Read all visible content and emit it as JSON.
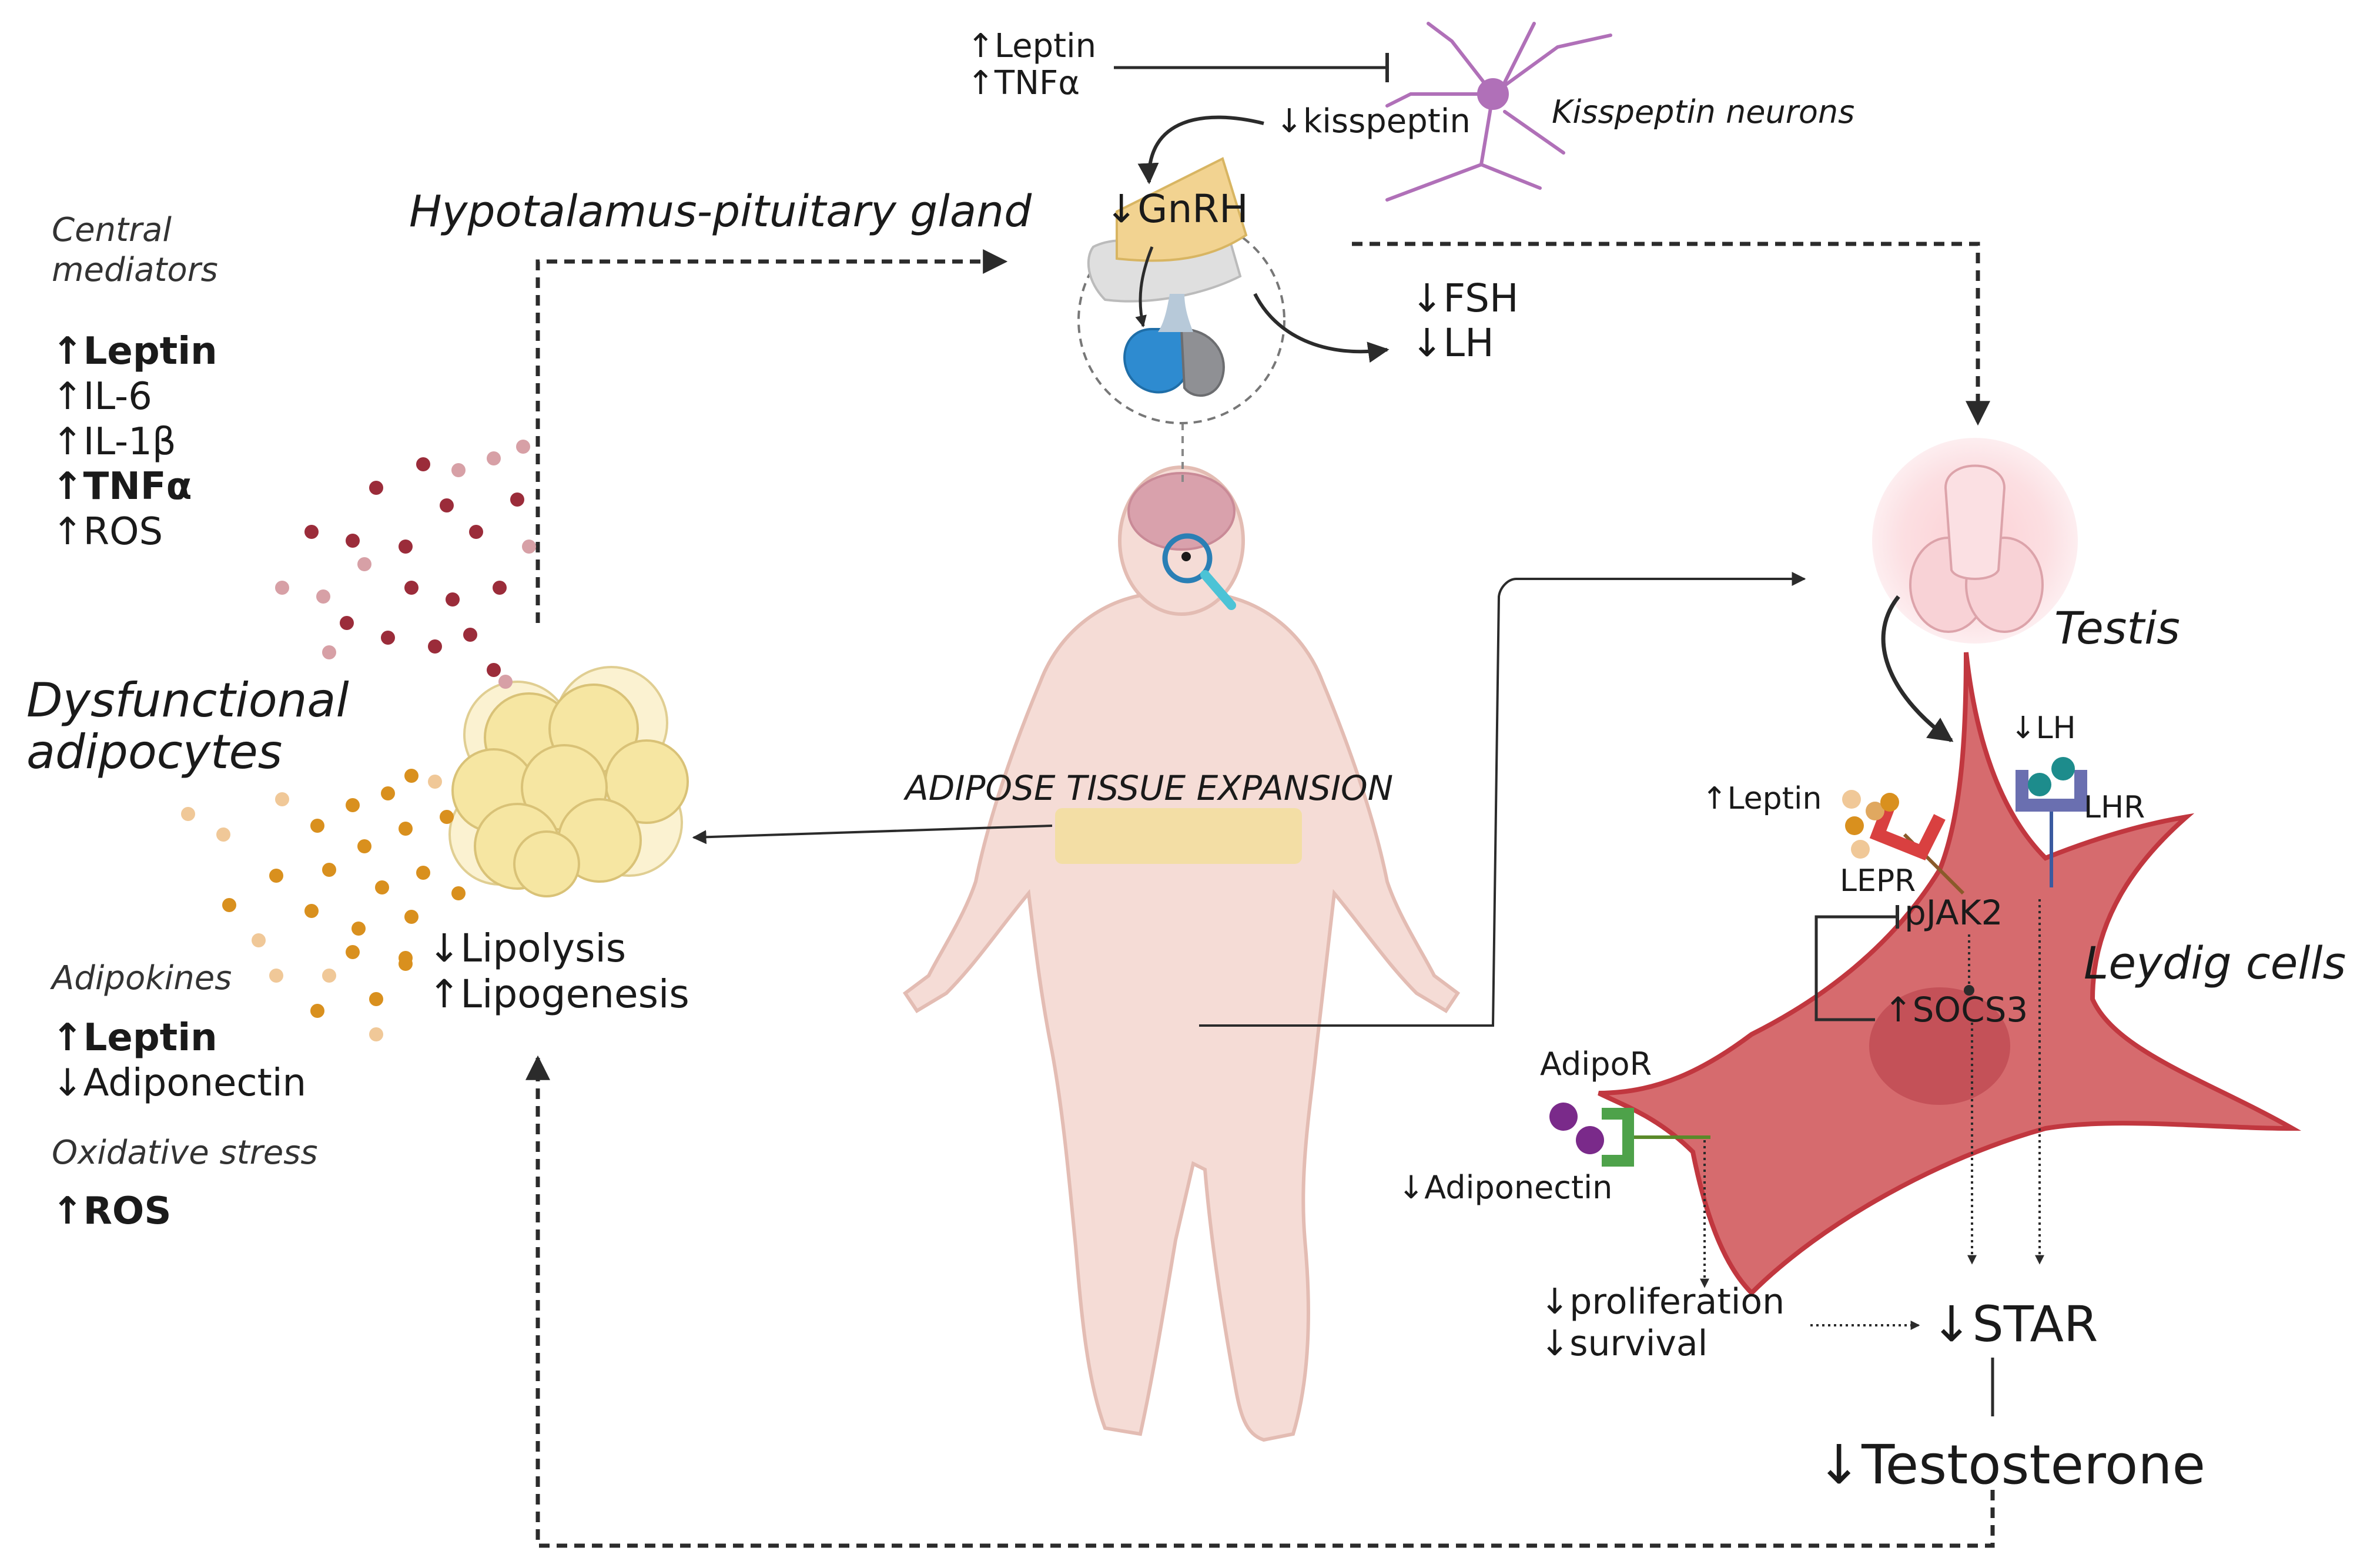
{
  "labels": {
    "central_mediators": [
      "Central",
      "mediators"
    ],
    "central_list": [
      "↑Leptin",
      "↑IL-6",
      "↑IL-1β",
      "↑TNFα",
      "↑ROS"
    ],
    "dysfunctional": [
      "Dysfunctional",
      "adipocytes"
    ],
    "adipokines_title": "Adipokines",
    "adipokines_list": [
      "↑Leptin",
      "↓Adiponectin"
    ],
    "oxidative_title": "Oxidative stress",
    "oxidative_list": [
      "↑ROS"
    ],
    "lipolysis": "↓Lipolysis",
    "lipogenesis": "↑Lipogenesis",
    "hypothalamus": "Hypotalamus-pituitary gland",
    "top_leptin": "↑Leptin",
    "top_tnf": "↑TNFα",
    "kisspeptin": "↓kisspeptin",
    "kisspeptin_neurons": "Kisspeptin neurons",
    "gnrh": "↓GnRH",
    "fsh": "↓FSH",
    "lh": "↓LH",
    "adipose_expansion": "ADIPOSE TISSUE EXPANSION",
    "testis": "Testis",
    "lh_small": "↓LH",
    "lhr": "LHR",
    "leptin_cell": "↑Leptin",
    "lepr": "LEPR",
    "pjak2": "pJAK2",
    "socs3": "↑SOCS3",
    "leydig": "Leydig cells",
    "adipor": "AdipoR",
    "adiponectin_cell": "↓Adiponectin",
    "proliferation": "↓proliferation",
    "survival": "↓survival",
    "star": "↓STAR",
    "testosterone": "↓Testosterone"
  },
  "colors": {
    "arrow": "#2b2b2b",
    "adipocyte": "#f6e6a2",
    "adipocyte_edge": "#d9c277",
    "body": "#f5dcd6",
    "body_edge": "#e3bcb3",
    "leydig_fill": "#d66b6e",
    "leydig_edge": "#c1373f",
    "ros_dots": "#9b2c3a",
    "adipokine_dots": "#d9901e",
    "neuron": "#b070b8",
    "receptor_lh": "#6a6fb0",
    "receptor_lepr": "#d94040",
    "receptor_adipor": "#4ea24a"
  }
}
